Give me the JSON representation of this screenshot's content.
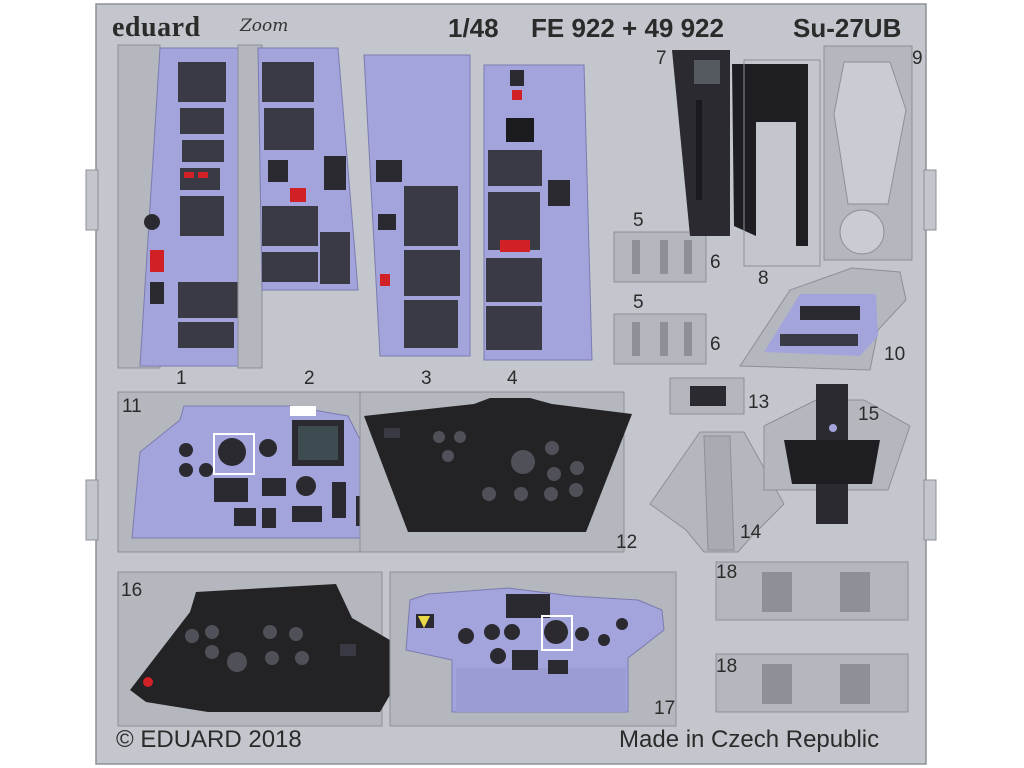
{
  "header": {
    "brand": "eduard",
    "zoom_logo": "Zoom",
    "scale": "1/48",
    "set_code": "FE 922 + 49 922",
    "model": "Su-27UB"
  },
  "footer": {
    "copyright": "© EDUARD 2018",
    "origin": "Made in Czech Republic"
  },
  "part_numbers": [
    "1",
    "2",
    "3",
    "4",
    "5",
    "6",
    "5",
    "6",
    "7",
    "8",
    "9",
    "10",
    "11",
    "12",
    "13",
    "14",
    "15",
    "16",
    "17",
    "18",
    "18"
  ],
  "colors": {
    "fret": "#c3c6cc",
    "fret_edge": "#8d9097",
    "panel_lilac": "#a4a4dc",
    "panel_black": "#232326",
    "instrument_dark": "#2a2a30",
    "accent_red": "#d12026",
    "accent_yellow": "#e9d84a"
  }
}
